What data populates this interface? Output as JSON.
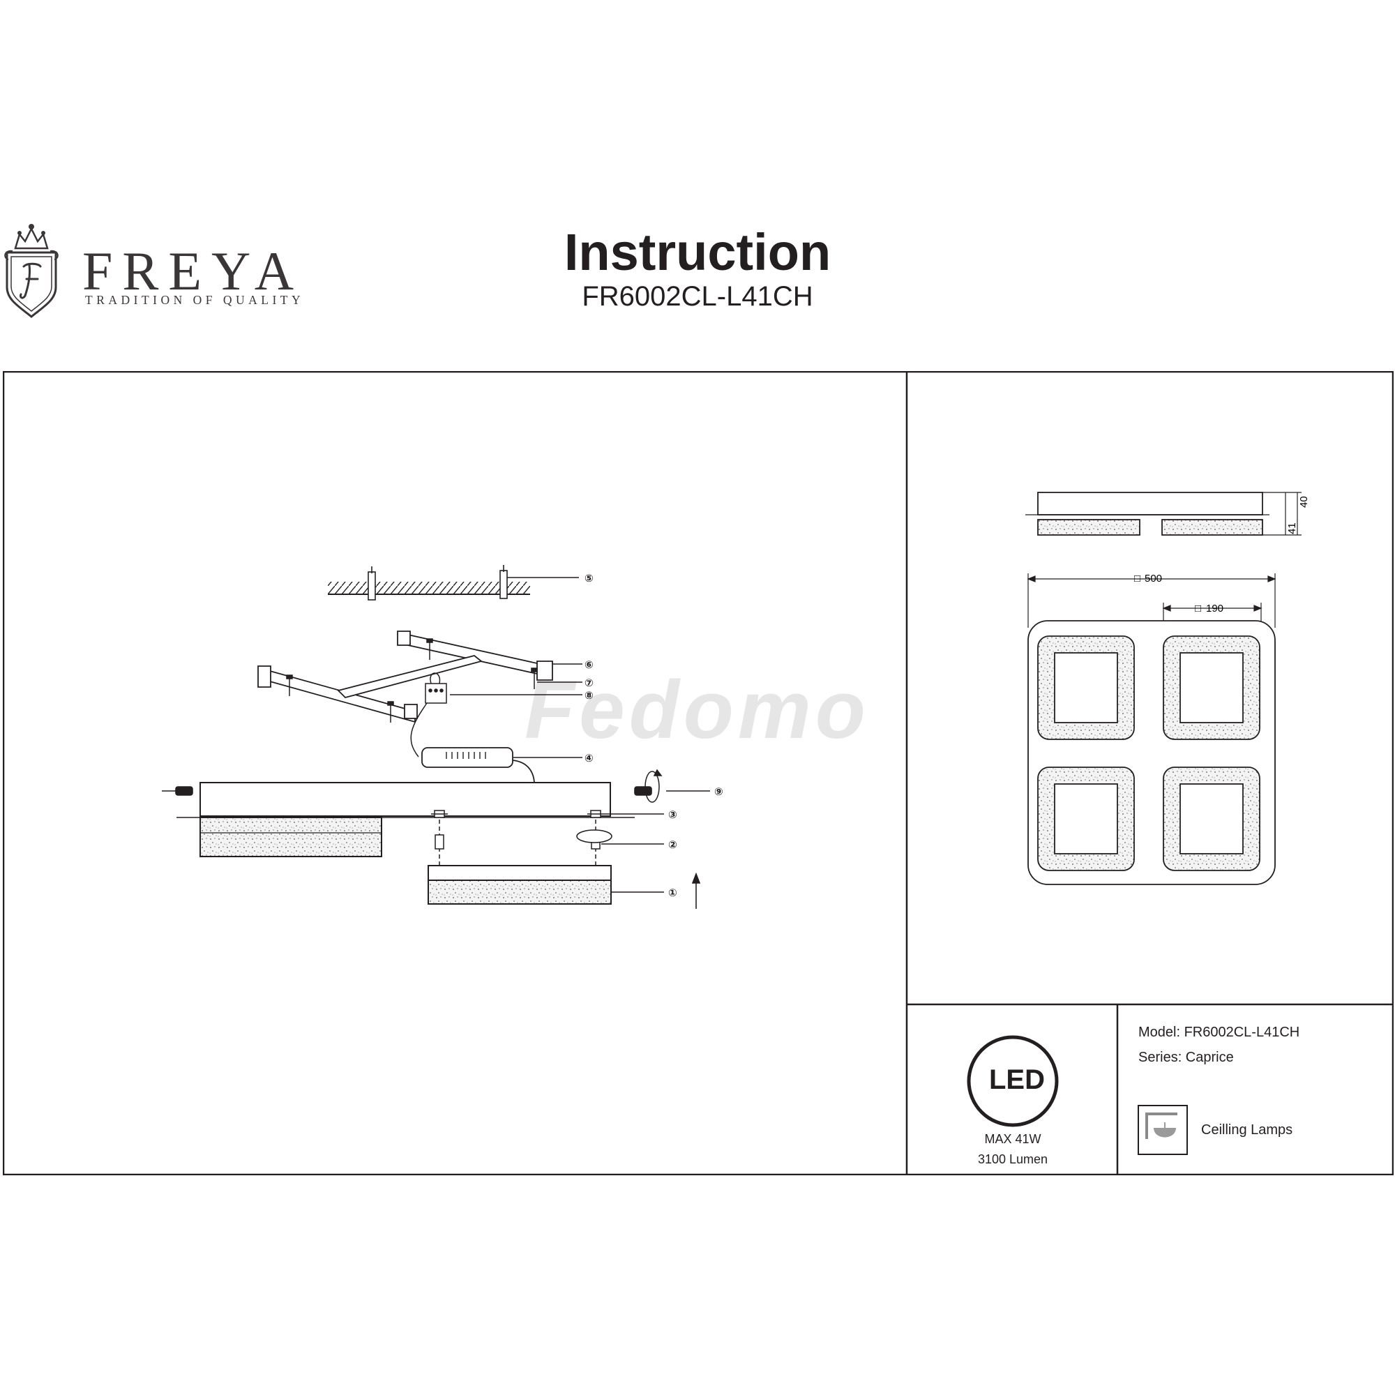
{
  "header": {
    "brand_name": "FREYA",
    "brand_tagline": "TRADITION OF QUALITY",
    "title": "Instruction",
    "model_code": "FR6002CL-L41CH"
  },
  "watermark": "Fedomo",
  "assembly": {
    "callouts": [
      "⑤",
      "⑥",
      "⑦",
      "⑧",
      "④",
      "⑨",
      "③",
      "②",
      "①"
    ]
  },
  "dimensions": {
    "height_outer": "41",
    "height_inner": "40",
    "width_overall": "500",
    "width_module": "190",
    "square_symbol": "□"
  },
  "spec": {
    "led_label": "LED",
    "max_power": "MAX 41W",
    "lumen": "3100 Lumen",
    "model": "Model: FR6002CL-L41CH",
    "series": "Series: Caprice",
    "category": "Ceilling Lamps",
    "category_icon": "ceiling-lamp-icon"
  }
}
